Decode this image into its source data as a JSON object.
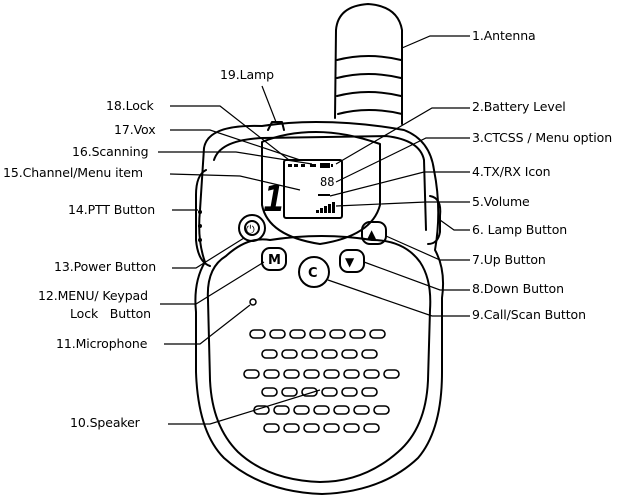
{
  "labels": {
    "antenna": "1.Antenna",
    "battery_level": "2.Battery Level",
    "ctcss": "3.CTCSS / Menu option",
    "txrx_icon": "4.TX/RX Icon",
    "volume": "5.Volume",
    "lamp_button": "6. Lamp Button",
    "up_button": "7.Up Button",
    "down_button": "8.Down Button",
    "call_scan_button": "9.Call/Scan Button",
    "speaker": "10.Speaker",
    "microphone": "11.Microphone",
    "menu_keypad_line1": "12.MENU/ Keypad",
    "menu_keypad_line2": "Lock   Button",
    "power_button": "13.Power Button",
    "ptt_button": "14.PTT Button",
    "channel_menu_item": "15.Channel/Menu item",
    "scanning": "16.Scanning",
    "vox": "17.Vox",
    "lock": "18.Lock",
    "lamp": "19.Lamp"
  },
  "buttons": {
    "menu_glyph": "M",
    "call_glyph": "C",
    "up_glyph": "▲",
    "down_glyph": "▼",
    "power_glyph": "⏻"
  },
  "display": {
    "channel_digit": "1",
    "ctcss_digits": "88"
  }
}
